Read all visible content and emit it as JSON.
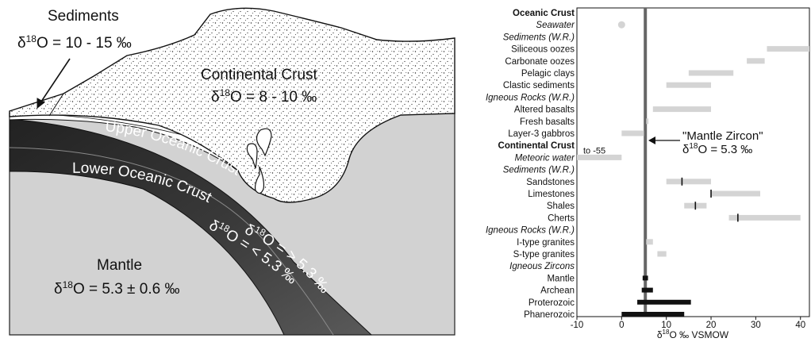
{
  "cross_section": {
    "sediments": {
      "label": "Sediments",
      "formula_prefix": "δ",
      "formula_sup": "18",
      "formula_rest": "O = 10 - 15 ‰"
    },
    "continental_crust": {
      "label": "Continental Crust",
      "formula_prefix": "δ",
      "formula_sup": "18",
      "formula_rest": "O = 8 - 10 ‰"
    },
    "upper_oceanic_crust": {
      "label": "Upper Oceanic Crust",
      "formula_prefix": "δ",
      "formula_sup": "18",
      "formula_rest": "O = > 5.3 ‰"
    },
    "lower_oceanic_crust": {
      "label": "Lower Oceanic Crust",
      "formula_prefix": "δ",
      "formula_sup": "18",
      "formula_rest": "O = < 5.3 ‰"
    },
    "mantle": {
      "label": "Mantle",
      "formula_prefix": "δ",
      "formula_sup": "18",
      "formula_rest": "O = 5.3 ± 0.6 ‰"
    }
  },
  "chart_data": {
    "type": "bar",
    "orientation": "horizontal-range",
    "xlabel_prefix": "δ",
    "xlabel_sup": "18",
    "xlabel_rest": "O ‰ VSMOW",
    "xlim": [
      -10,
      42
    ],
    "xticks": [
      -10,
      0,
      10,
      20,
      30,
      40
    ],
    "reference_line": {
      "x": 5.3,
      "label_line1": "\"Mantle Zircon\"",
      "label_prefix": "δ",
      "label_sup": "18",
      "label_rest": "O = 5.3 ‰"
    },
    "rows": [
      {
        "label": "Oceanic Crust",
        "style": "header"
      },
      {
        "label": "Seawater",
        "style": "italic",
        "point": 0
      },
      {
        "label": "Sediments (W.R.)",
        "style": "italic"
      },
      {
        "label": "Siliceous oozes",
        "style": "normal",
        "range": [
          32.5,
          42
        ]
      },
      {
        "label": "Carbonate oozes",
        "style": "normal",
        "range": [
          28,
          32
        ]
      },
      {
        "label": "Pelagic clays",
        "style": "normal",
        "range": [
          15,
          25
        ]
      },
      {
        "label": "Clastic sediments",
        "style": "normal",
        "range": [
          10,
          20
        ]
      },
      {
        "label": "Igneous Rocks (W.R.)",
        "style": "italic"
      },
      {
        "label": "Altered basalts",
        "style": "normal",
        "range": [
          7,
          20
        ]
      },
      {
        "label": "Fresh basalts",
        "style": "normal",
        "range": [
          5.5,
          6
        ]
      },
      {
        "label": "Layer-3 gabbros",
        "style": "normal",
        "range": [
          0,
          5
        ]
      },
      {
        "label": "Continental Crust",
        "style": "header"
      },
      {
        "label": "Meteoric water",
        "style": "italic",
        "range": [
          -10,
          0
        ],
        "note": "to -55"
      },
      {
        "label": "Sediments (W.R.)",
        "style": "italic"
      },
      {
        "label": "Sandstones",
        "style": "normal",
        "range": [
          10,
          20
        ],
        "marker": 13.5
      },
      {
        "label": "Limestones",
        "style": "normal",
        "range": [
          20,
          31
        ],
        "marker": 20
      },
      {
        "label": "Shales",
        "style": "normal",
        "range": [
          14,
          19
        ],
        "marker": 16.5
      },
      {
        "label": "Cherts",
        "style": "normal",
        "range": [
          24,
          40
        ],
        "marker": 26
      },
      {
        "label": "Igneous Rocks (W.R.)",
        "style": "italic"
      },
      {
        "label": "I-type granites",
        "style": "normal",
        "range": [
          5.5,
          7
        ]
      },
      {
        "label": "S-type granites",
        "style": "normal",
        "range": [
          8,
          10
        ]
      },
      {
        "label": "Igneous Zircons",
        "style": "italic"
      },
      {
        "label": "Mantle",
        "style": "normal",
        "range": [
          4.7,
          5.9
        ],
        "color": "black"
      },
      {
        "label": "Archean",
        "style": "normal",
        "range": [
          4.5,
          7
        ],
        "color": "black"
      },
      {
        "label": "Proterozoic",
        "style": "normal",
        "range": [
          3.5,
          15.5
        ],
        "color": "black"
      },
      {
        "label": "Phanerozoic",
        "style": "normal",
        "range": [
          0,
          14
        ],
        "color": "black"
      }
    ],
    "colors": {
      "gray_bar": "#d4d4d4",
      "black_bar": "#111111",
      "ref_line": "#666666"
    }
  }
}
